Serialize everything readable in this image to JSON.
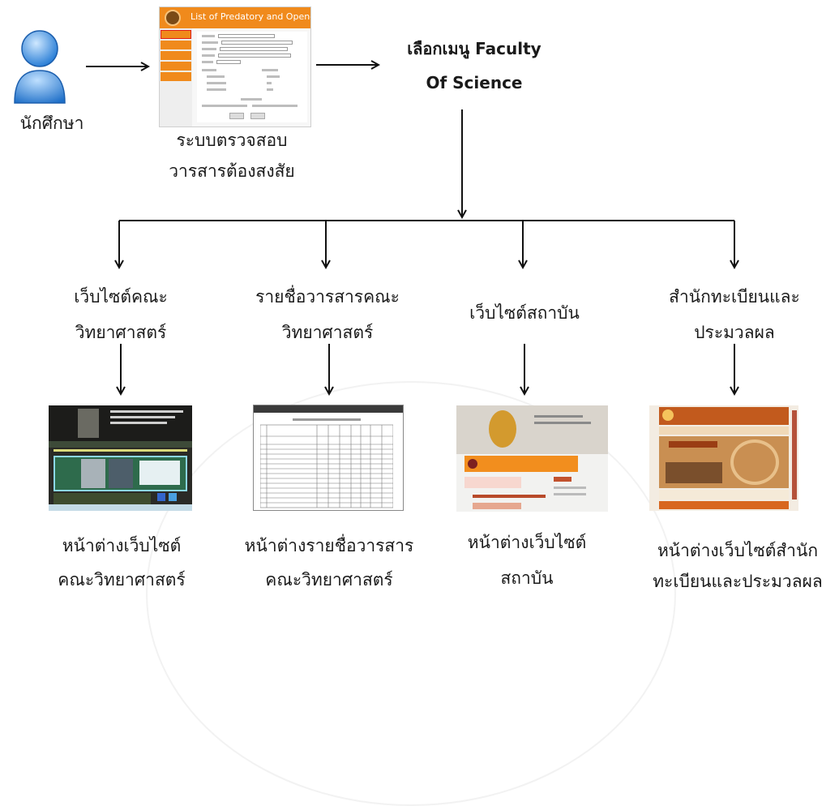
{
  "nodes": {
    "student": "นักศึกษา",
    "system": {
      "line1": "ระบบตรวจสอบ",
      "line2": "วารสารต้องสงสัย",
      "screenshot_title": "List of Predatory and Open-Access"
    },
    "menu": {
      "line1": "เลือกเมนู Faculty",
      "line2": "Of Science"
    }
  },
  "branches": [
    {
      "line1": "เว็บไซต์คณะ",
      "line2": "วิทยาศาสตร์",
      "caption1": "หน้าต่างเว็บไซต์",
      "caption2": "คณะวิทยาศาสตร์"
    },
    {
      "line1": "รายชื่อวารสารคณะ",
      "line2": "วิทยาศาสตร์",
      "caption1": "หน้าต่างรายชื่อวารสาร",
      "caption2": "คณะวิทยาศาสตร์"
    },
    {
      "line1": "เว็บไซต์สถาบัน",
      "line2": "",
      "caption1": "หน้าต่างเว็บไซต์",
      "caption2": "สถาบัน"
    },
    {
      "line1": "สำนักทะเบียนและ",
      "line2": "ประมวลผล",
      "caption1": "หน้าต่างเว็บไซต์สำนัก",
      "caption2": "ทะเบียนและประมวลผล"
    }
  ],
  "colors": {
    "line": "#111111",
    "orange": "#f08a1c",
    "avatar": "#3d8fe0"
  },
  "icons": {
    "student": "user-avatar-icon"
  }
}
